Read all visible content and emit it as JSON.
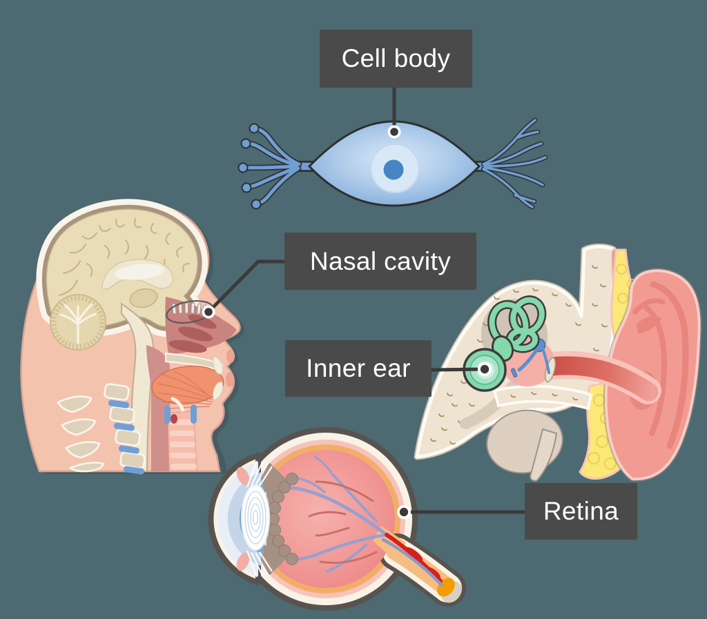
{
  "labels": {
    "cell_body": "Cell body",
    "nasal_cavity": "Nasal cavity",
    "inner_ear": "Inner ear",
    "retina": "Retina"
  },
  "colors": {
    "background": "#4d6971",
    "label_background": "#4a4a4a",
    "label_text": "#ffffff",
    "leader_line": "#3a3a3a",
    "marker_ring": "#ffffff",
    "neuron_blue": "#6f9fd4",
    "neuron_nucleolus_blue": "#4784c4",
    "skin_pink": "#f4c3ae",
    "brain_beige": "#e9ddb8",
    "bone_cream": "#efe3d1",
    "disc_blue": "#6f9fd6",
    "cochlea_green": "#85d7ac",
    "ossicle_blue": "#5b8fd0",
    "fat_yellow": "#fbe876",
    "pinna_pink": "#f29b92",
    "canal_red": "#d05a50",
    "sclera_cream": "#f9f2e6",
    "choroid_orange": "#f2ae68",
    "eye_interior_pink": "#f09593",
    "vessel_purple": "#98a0cf",
    "optic_artery_red": "#d6201a"
  },
  "figures": {
    "neuron": "bipolar-neuron-illustration",
    "head": "head-sagittal-section-illustration",
    "ear": "ear-cross-section-illustration",
    "eye": "eye-cross-section-illustration"
  }
}
